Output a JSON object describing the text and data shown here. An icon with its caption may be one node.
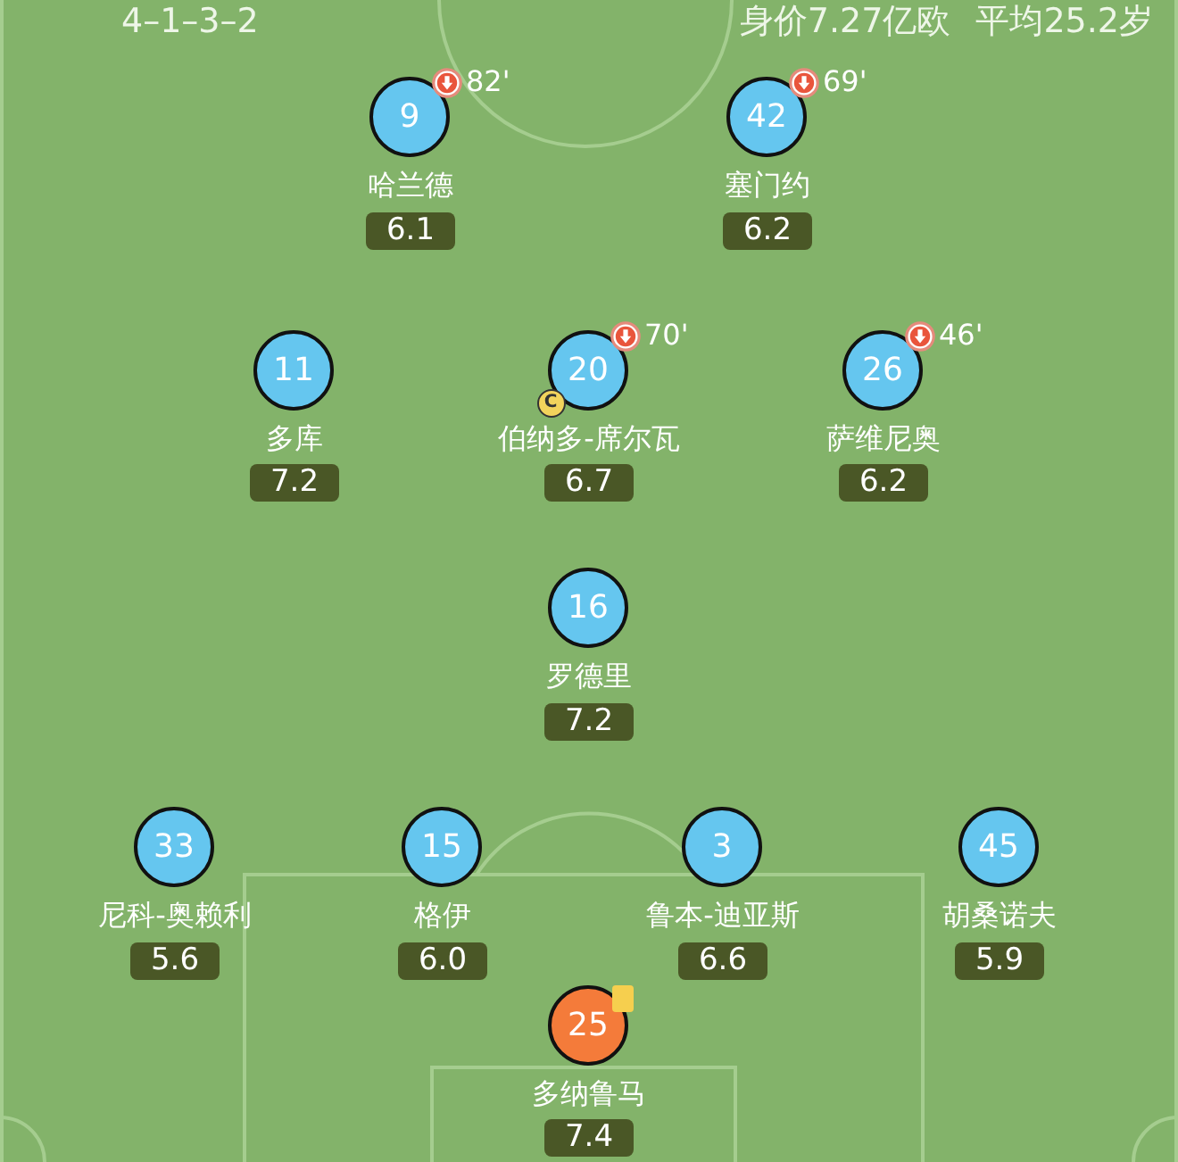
{
  "diagram": {
    "nodes": [
      {
        "text": [
          "9"
        ],
        "beside": [
          "哈兰德",
          "82'"
        ]
      },
      {
        "text": [
          "6.1"
        ]
      },
      {
        "text": [
          "42"
        ],
        "beside": [
          "塞门约",
          "69'"
        ]
      },
      {
        "text": [
          "6.2"
        ]
      },
      {
        "text": [
          "11"
        ],
        "beside": [
          "多库"
        ]
      },
      {
        "text": [
          "7.2"
        ]
      },
      {
        "text": [
          "20"
        ],
        "beside": [
          "伯纳多-席尔瓦",
          "70'"
        ]
      },
      {
        "text": [
          "C"
        ]
      },
      {
        "text": [
          "6.7"
        ]
      },
      {
        "text": [
          "26"
        ],
        "beside": [
          "萨维尼奥",
          "46'"
        ]
      },
      {
        "text": [
          "6.2"
        ]
      },
      {
        "text": [
          "16"
        ],
        "beside": [
          "罗德里"
        ]
      },
      {
        "text": [
          "7.2"
        ]
      },
      {
        "text": [
          "33"
        ],
        "beside": [
          "尼科-奥赖利"
        ]
      },
      {
        "text": [
          "5.6"
        ]
      },
      {
        "text": [
          "15"
        ],
        "beside": [
          "格伊"
        ]
      },
      {
        "text": [
          "6.0"
        ]
      },
      {
        "text": [
          "3"
        ],
        "beside": [
          "鲁本-迪亚斯"
        ]
      },
      {
        "text": [
          "6.6"
        ]
      },
      {
        "text": [
          "45"
        ],
        "beside": [
          "胡桑诺夫"
        ]
      },
      {
        "text": [
          "5.9"
        ]
      },
      {
        "text": [
          "25"
        ],
        "beside": [
          "多纳鲁马"
        ]
      },
      {
        "text": [
          "7.4"
        ]
      }
    ],
    "labels": [
      "4–1–3–2",
      "身价7.27亿欧",
      "平均25.2岁"
    ]
  }
}
